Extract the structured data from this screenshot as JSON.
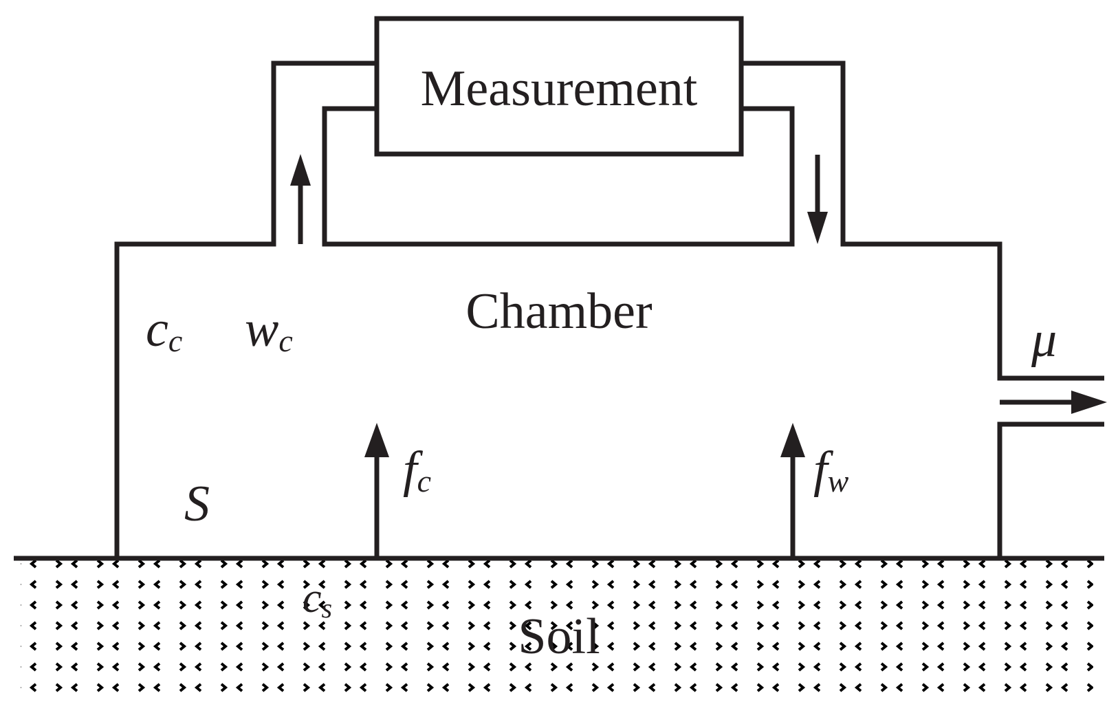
{
  "labels": {
    "measurement": "Measurement",
    "chamber": "Chamber",
    "soil": "Soil",
    "area": "S",
    "outflow": "μ"
  },
  "variables": {
    "chamber_concentration": {
      "base": "c",
      "sub": "c"
    },
    "chamber_water": {
      "base": "w",
      "sub": "c"
    },
    "soil_concentration": {
      "base": "c",
      "sub": "s"
    },
    "flux_c": {
      "base": "f",
      "sub": "c"
    },
    "flux_w": {
      "base": "f",
      "sub": "w"
    }
  },
  "colors": {
    "line": "#231f20",
    "background": "#ffffff"
  }
}
